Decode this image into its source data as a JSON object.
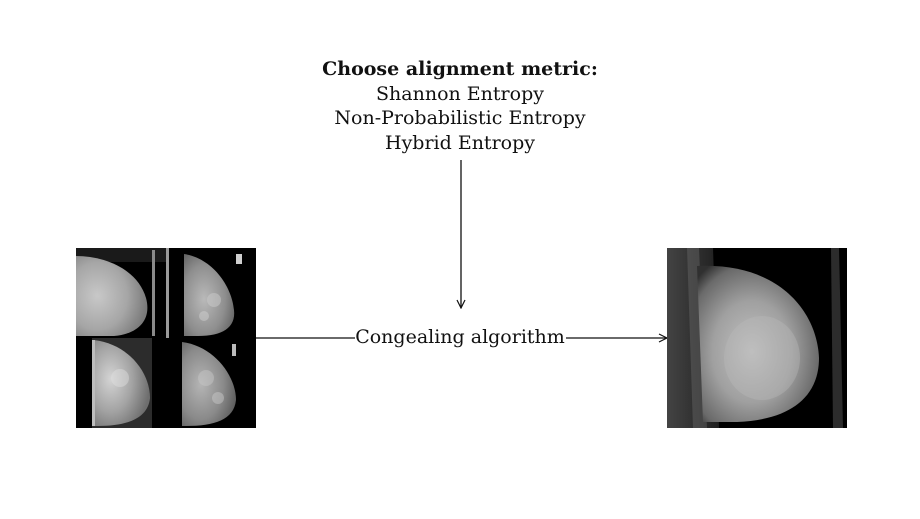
{
  "metric_panel": {
    "title": "Choose alignment metric:",
    "options": [
      "Shannon Entropy",
      "Non-Probabilistic Entropy",
      "Hybrid Entropy"
    ]
  },
  "process": {
    "label": "Congealing algorithm"
  }
}
